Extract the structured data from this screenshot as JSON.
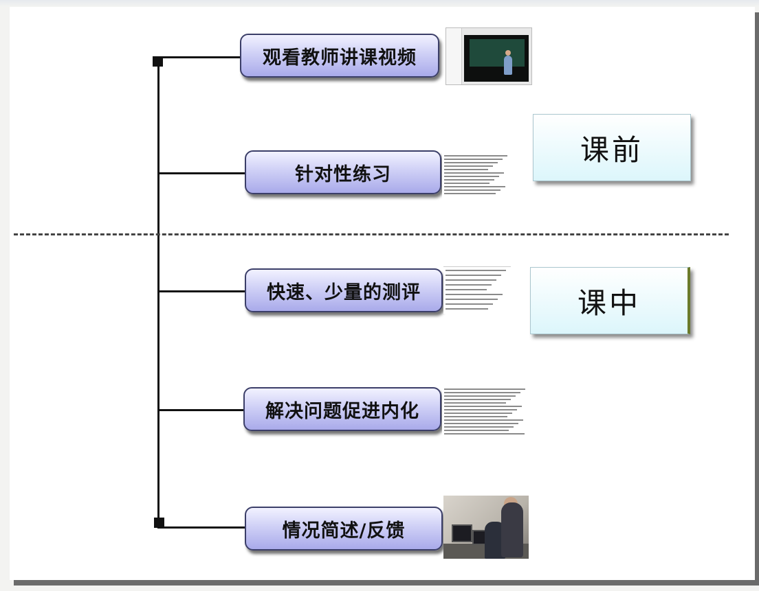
{
  "steps": [
    {
      "label": "观看教师讲课视频"
    },
    {
      "label": "针对性练习"
    },
    {
      "label": "快速、少量的测评"
    },
    {
      "label": "解决问题促进内化"
    },
    {
      "label": "情况简述/反馈"
    }
  ],
  "phases": {
    "pre_class": "课前",
    "in_class": "课中"
  },
  "colors": {
    "step_fill": "#bcbdf0",
    "step_border": "#3b3e68",
    "phase_fill": "#dcf6fb",
    "line": "#111111"
  }
}
